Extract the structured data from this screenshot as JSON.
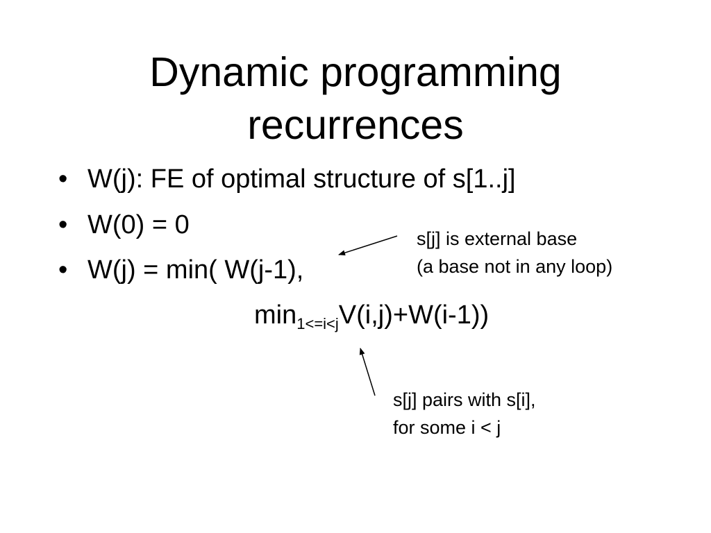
{
  "slide": {
    "title_lines": [
      "Dynamic programming",
      "recurrences"
    ],
    "bullets": [
      "W(j): FE of optimal structure of s[1..j]",
      "W(0) = 0",
      "W(j) = min( W(j-1),"
    ],
    "bullet_glyph": "•",
    "formula": {
      "prefix": "min",
      "subscript": "1<=i<j",
      "suffix": "V(i,j)+W(i-1))"
    },
    "annotations": {
      "external_base": [
        "s[j] is external base",
        "(a base not in any loop)"
      ],
      "pairs_with": [
        "s[j] pairs with s[i],",
        "for some i < j"
      ]
    }
  }
}
